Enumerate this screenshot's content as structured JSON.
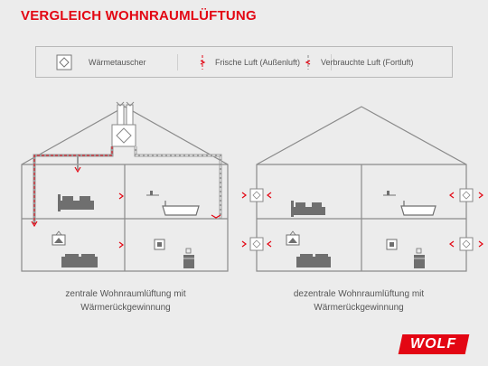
{
  "title": "VERGLEICH WOHNRAUMLÜFTUNG",
  "legend": {
    "heat_exchanger": "Wärmetauscher",
    "fresh_air": "Frische Luft (Außenluft)",
    "exhaust_air": "Verbrauchte Luft (Fortluft)"
  },
  "captions": {
    "central": "zentrale Wohnraumlüftung mit Wärmerückgewinnung",
    "decentral": "dezentrale Wohnraumlüftung mit Wärmerückgewinnung"
  },
  "logo": "WOLF",
  "colors": {
    "accent": "#e30613",
    "line": "#8a8a8a",
    "background": "#ececec",
    "icon": "#6f6f6f"
  }
}
